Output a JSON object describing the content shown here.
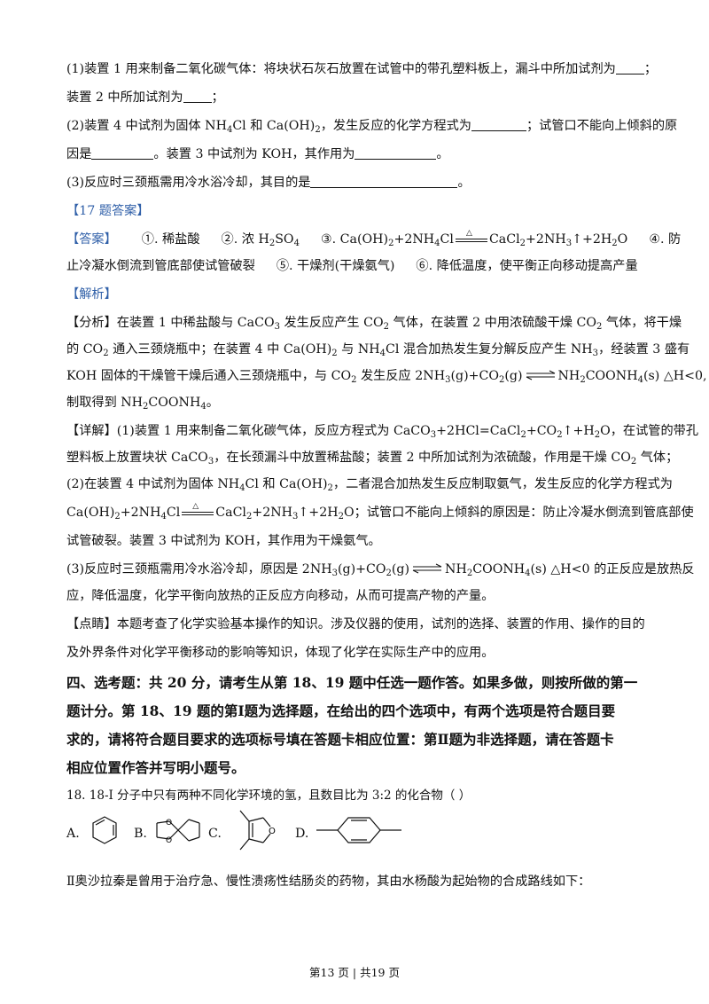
{
  "q_parts": {
    "p1a": "(1)装置 1 用来制备二氧化碳气体：将块状石灰石放置在试管中的带孔塑料板上，漏斗中所加试剂为",
    "p1a_end": "；",
    "p1b": "装置 2 中所加试剂为",
    "p1b_end": "；",
    "p2a_1": "(2)装置 4 中试剂为固体 NH",
    "p2a_2": "Cl 和 Ca(OH)",
    "p2a_3": "，发生反应的化学方程式为",
    "p2a_4": "；试管口不能向上倾斜的原",
    "p2b_1": "因是",
    "p2b_2": "。装置 3 中试剂为 KOH，其作用为",
    "p2b_3": "。",
    "p3": "(3)反应时三颈瓶需用冷水浴冷却，其目的是",
    "p3_end": "。"
  },
  "answer_header": "【17 题答案】",
  "answer_label": "【答案】",
  "answer": {
    "a1": "①. 稀盐酸",
    "a2": "②. 浓 H",
    "a2b": "SO",
    "a3": "③. Ca(OH)",
    "a3b": "+2NH",
    "a3c": "Cl",
    "a3d": "CaCl",
    "a3e": "+2NH",
    "a3f": "↑+2H",
    "a3g": "O",
    "a4": "④. 防",
    "a4b": "止冷凝水倒流到管底部使试管破裂",
    "a5": "⑤. 干燥剂(干燥氨气)",
    "a6": "⑥. 降低温度，使平衡正向移动提高产量"
  },
  "jiexi_label": "【解析】",
  "fenxi": {
    "l1a": "【分析】在装置 1 中稀盐酸与 CaCO",
    "l1b": " 发生反应产生 CO",
    "l1c": " 气体，在装置 2 中用浓硫酸干燥 CO",
    "l1d": " 气体，将干燥",
    "l2a": "的 CO",
    "l2b": " 通入三颈烧瓶中；在装置 4 中 Ca(OH)",
    "l2c": " 与 NH",
    "l2d": "Cl 混合加热发生复分解反应产生 NH",
    "l2e": "，经装置 3 盛有",
    "l3a": "KOH 固体的干燥管干燥后通入三颈烧瓶中，与 CO",
    "l3b": " 发生反应 2NH",
    "l3c": "(g)+CO",
    "l3d": "(g)",
    "l3e": "NH",
    "l3f": "COONH",
    "l3g": "(s) △H<0,",
    "l4a": "制取得到 NH",
    "l4b": "COONH",
    "l4c": "。"
  },
  "xiangjie": {
    "l1a": "【详解】(1)装置 1 用来制备二氧化碳气体，反应方程式为 CaCO",
    "l1b": "+2HCl=CaCl",
    "l1c": "+CO",
    "l1d": "↑+H",
    "l1e": "O，在试管的带孔",
    "l2a": "塑料板上放置块状 CaCO",
    "l2b": "，在长颈漏斗中放置稀盐酸；装置 2 中所加试剂为浓硫酸，作用是干燥 CO",
    "l2c": " 气体；",
    "l3a": "(2)在装置 4 中试剂为固体 NH",
    "l3b": "Cl 和 Ca(OH)",
    "l3c": "，二者混合加热发生反应制取氨气，发生反应的化学方程式为",
    "l4a": "Ca(OH)",
    "l4b": "+2NH",
    "l4c": "Cl",
    "l4d": "CaCl",
    "l4e": "+2NH",
    "l4f": "↑+2H",
    "l4g": "O；试管口不能向上倾斜的原因是：防止冷凝水倒流到管底部使",
    "l5": "试管破裂。装置 3 中试剂为 KOH，其作用为干燥氨气。",
    "l6a": "(3)反应时三颈瓶需用冷水浴冷却，原因是 2NH",
    "l6b": "(g)+CO",
    "l6c": "(g)",
    "l6d": "NH",
    "l6e": "COONH",
    "l6f": "(s) △H<0 的正反应是放热反",
    "l7": "应，降低温度，化学平衡向放热的正反应方向移动，从而可提高产物的产量。"
  },
  "dianjing": {
    "l1": "【点睛】本题考查了化学实验基本操作的知识。涉及仪器的使用，试剂的选择、装置的作用、操作的目的",
    "l2": "及外界条件对化学平衡移动的影响等知识，体现了化学在实际生产中的应用。"
  },
  "section4": {
    "l1": "四、选考题：共 20 分，请考生从第 18、19 题中任选一题作答。如果多做，则按所做的第一",
    "l2": "题计分。第 18、19 题的第Ⅰ题为选择题，在给出的四个选项中，有两个选项是符合题目要",
    "l3": "求的，请将符合题目要求的选项标号填在答题卡相应位置：第Ⅱ题为非选择题，请在答题卡",
    "l4": "相应位置作答并写明小题号。"
  },
  "q18": {
    "stem": "18. 18-Ⅰ 分子中只有两种不同化学环境的氢，且数目比为 3:2 的化合物（          ）",
    "options": [
      "A.",
      "B.",
      "C.",
      "D."
    ],
    "part2": "Ⅱ奥沙拉秦是曾用于治疗急、慢性溃疡性结肠炎的药物，其由水杨酸为起始物的合成路线如下："
  },
  "footer": "第13 页  |  共19 页",
  "colors": {
    "blue_label": "#2f5fa8",
    "text": "#111111"
  }
}
